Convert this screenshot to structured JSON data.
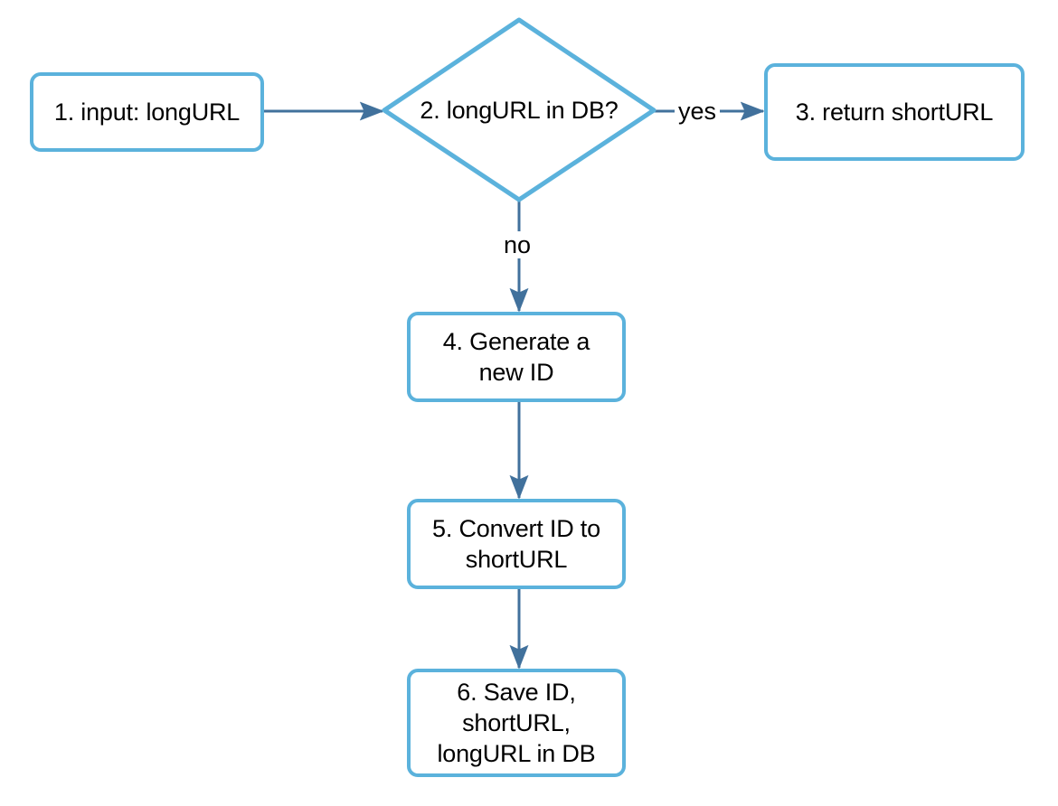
{
  "diagram": {
    "title": "URL shortener longURL-to-shortURL flowchart",
    "colors": {
      "node_border": "#5BB2DC",
      "node_fill": "#FFFFFF",
      "edge_stroke": "#41719C",
      "text": "#000000",
      "background": "#FFFFFF"
    },
    "nodes": [
      {
        "id": "n1",
        "shape": "rounded-rectangle",
        "label": "1. input: longURL",
        "lines": [
          "1. input: longURL"
        ]
      },
      {
        "id": "n2",
        "shape": "diamond",
        "label": "2. longURL in DB?",
        "lines": [
          "2. longURL in DB?"
        ]
      },
      {
        "id": "n3",
        "shape": "rounded-rectangle",
        "label": "3. return shortURL",
        "lines": [
          "3. return shortURL"
        ]
      },
      {
        "id": "n4",
        "shape": "rounded-rectangle",
        "label": "4. Generate a new ID",
        "lines": [
          "4. Generate a",
          "new ID"
        ]
      },
      {
        "id": "n5",
        "shape": "rounded-rectangle",
        "label": "5. Convert ID to shortURL",
        "lines": [
          "5. Convert ID to",
          "shortURL"
        ]
      },
      {
        "id": "n6",
        "shape": "rounded-rectangle",
        "label": "6. Save ID, shortURL, longURL in DB",
        "lines": [
          "6. Save ID,",
          "shortURL,",
          "longURL in DB"
        ]
      }
    ],
    "edges": [
      {
        "id": "e1",
        "from": "n1",
        "to": "n2",
        "label": ""
      },
      {
        "id": "e2",
        "from": "n2",
        "to": "n3",
        "label": "yes"
      },
      {
        "id": "e3",
        "from": "n2",
        "to": "n4",
        "label": "no"
      },
      {
        "id": "e4",
        "from": "n4",
        "to": "n5",
        "label": ""
      },
      {
        "id": "e5",
        "from": "n5",
        "to": "n6",
        "label": ""
      }
    ]
  }
}
